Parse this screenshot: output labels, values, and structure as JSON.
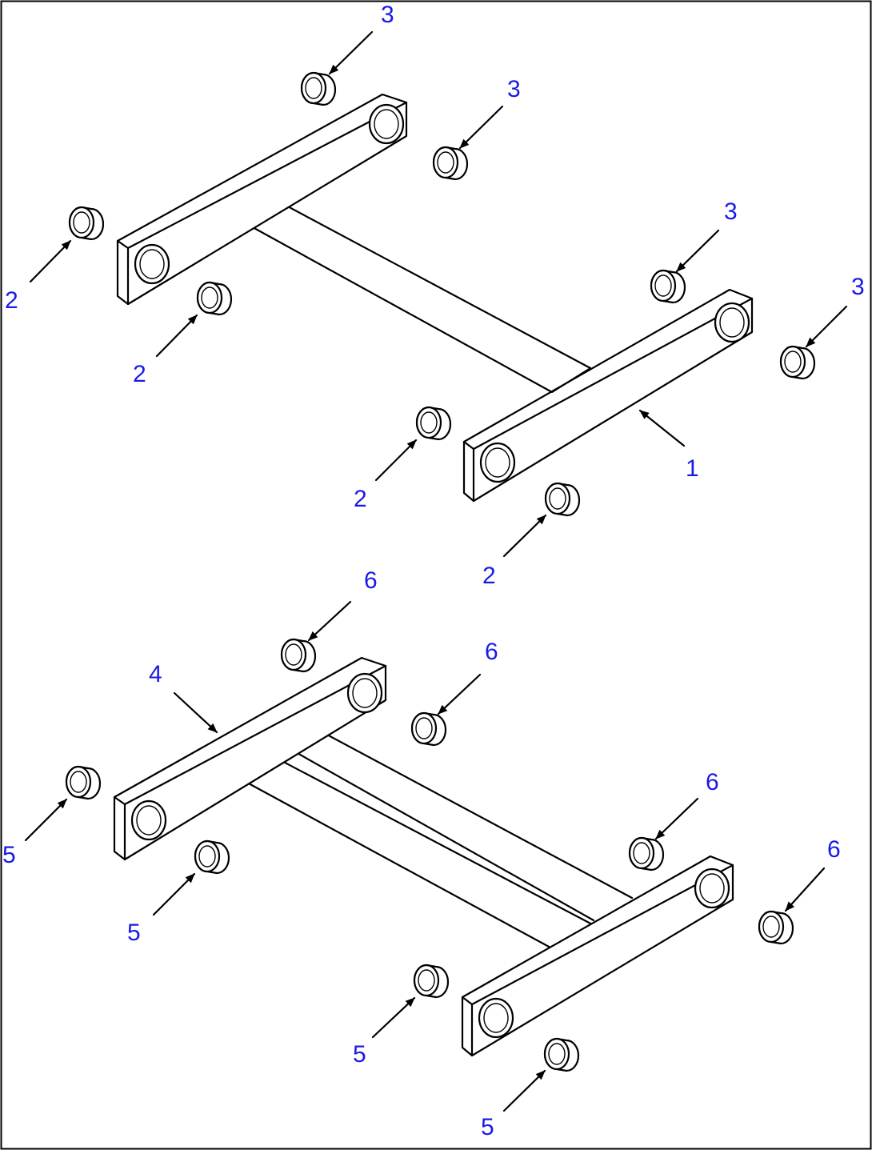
{
  "diagram": {
    "colors": {
      "callout": "#1a1ae6",
      "line": "#000000",
      "background": "#ffffff"
    },
    "callouts": [
      {
        "id": "c3a",
        "label": "3"
      },
      {
        "id": "c3b",
        "label": "3"
      },
      {
        "id": "c3c",
        "label": "3"
      },
      {
        "id": "c3d",
        "label": "3"
      },
      {
        "id": "c2a",
        "label": "2"
      },
      {
        "id": "c2b",
        "label": "2"
      },
      {
        "id": "c2c",
        "label": "2"
      },
      {
        "id": "c2d",
        "label": "2"
      },
      {
        "id": "c1",
        "label": "1"
      },
      {
        "id": "c6a",
        "label": "6"
      },
      {
        "id": "c6b",
        "label": "6"
      },
      {
        "id": "c6c",
        "label": "6"
      },
      {
        "id": "c6d",
        "label": "6"
      },
      {
        "id": "c4",
        "label": "4"
      },
      {
        "id": "c5a",
        "label": "5"
      },
      {
        "id": "c5b",
        "label": "5"
      },
      {
        "id": "c5c",
        "label": "5"
      },
      {
        "id": "c5d",
        "label": "5"
      }
    ]
  }
}
